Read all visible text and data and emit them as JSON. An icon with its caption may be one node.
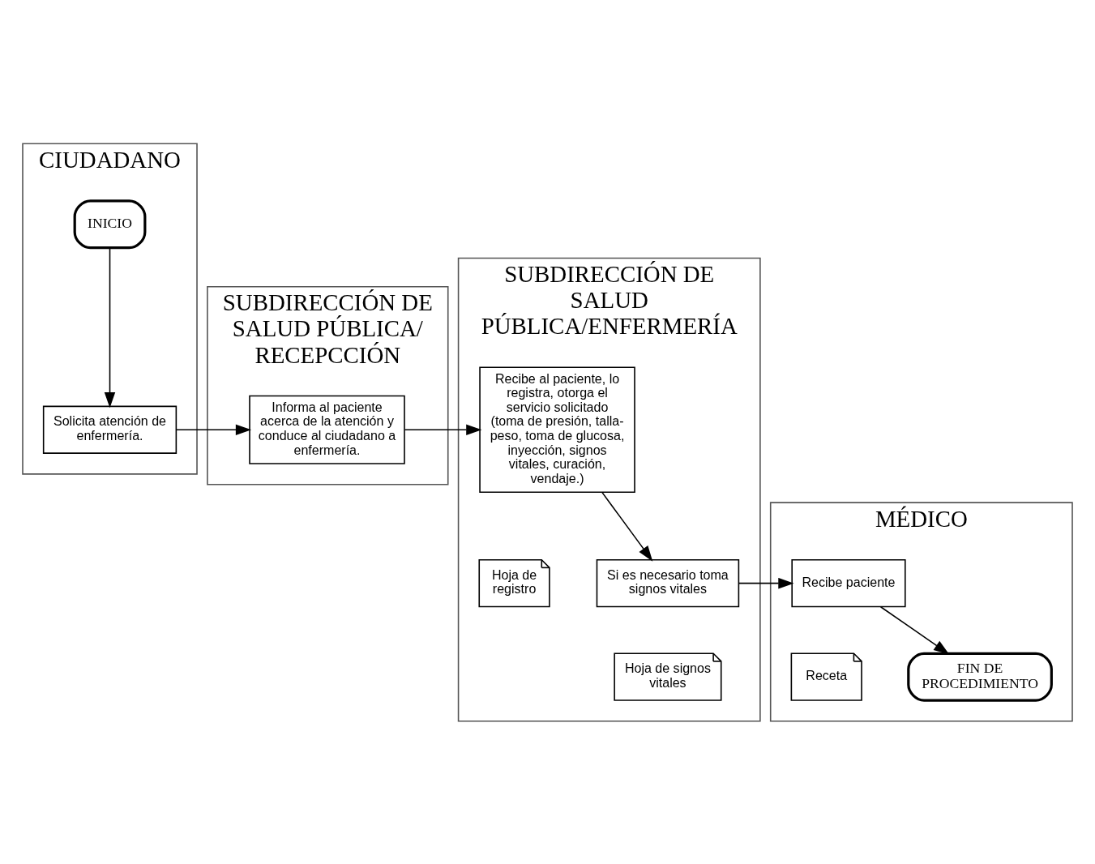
{
  "diagram": {
    "nodes": [
      {
        "text": [
          "CIUDADANO"
        ]
      },
      {
        "text": [
          "SUBDIRECCIÓN DE SALUD PÚBLICA/ RECEPCCIÓN"
        ]
      },
      {
        "text": [
          "SUBDIRECCIÓN DE SALUD PÚBLICA/ENFERMERÍA"
        ]
      },
      {
        "text": [
          "MÉDICO"
        ]
      },
      {
        "text": [
          "INICIO"
        ],
        "in": 0
      },
      {
        "text": [
          "Solicita atención de enfermería."
        ],
        "in": 0
      },
      {
        "text": [
          "Informa al paciente acerca de la atención y conduce al ciudadano a enfermería."
        ],
        "in": 1
      },
      {
        "text": [
          "Recibe al paciente, lo registra, otorga el servicio solicitado (toma de presión, talla-peso, toma de glucosa, inyección, signos vitales, curación, vendaje.)"
        ],
        "in": 2
      },
      {
        "text": [
          "Hoja de registro"
        ],
        "in": 2
      },
      {
        "text": [
          "Si es necesario toma signos vitales"
        ],
        "in": 2
      },
      {
        "text": [
          "Hoja de signos vitales"
        ],
        "in": 2
      },
      {
        "text": [
          "Recibe paciente"
        ],
        "in": 3
      },
      {
        "text": [
          "Receta"
        ],
        "in": 3
      },
      {
        "text": [
          "FIN DE PROCEDIMIENTO"
        ],
        "in": 3
      }
    ],
    "edges": [
      {
        "from": 4,
        "to": 5,
        "arrow": "to"
      },
      {
        "from": 5,
        "to": 6,
        "arrow": "to"
      },
      {
        "from": 6,
        "to": 7,
        "arrow": "to"
      },
      {
        "from": 7,
        "to": 9,
        "arrow": "to"
      },
      {
        "from": 9,
        "to": 11,
        "arrow": "to"
      },
      {
        "from": 11,
        "to": 13,
        "arrow": "to"
      }
    ]
  }
}
